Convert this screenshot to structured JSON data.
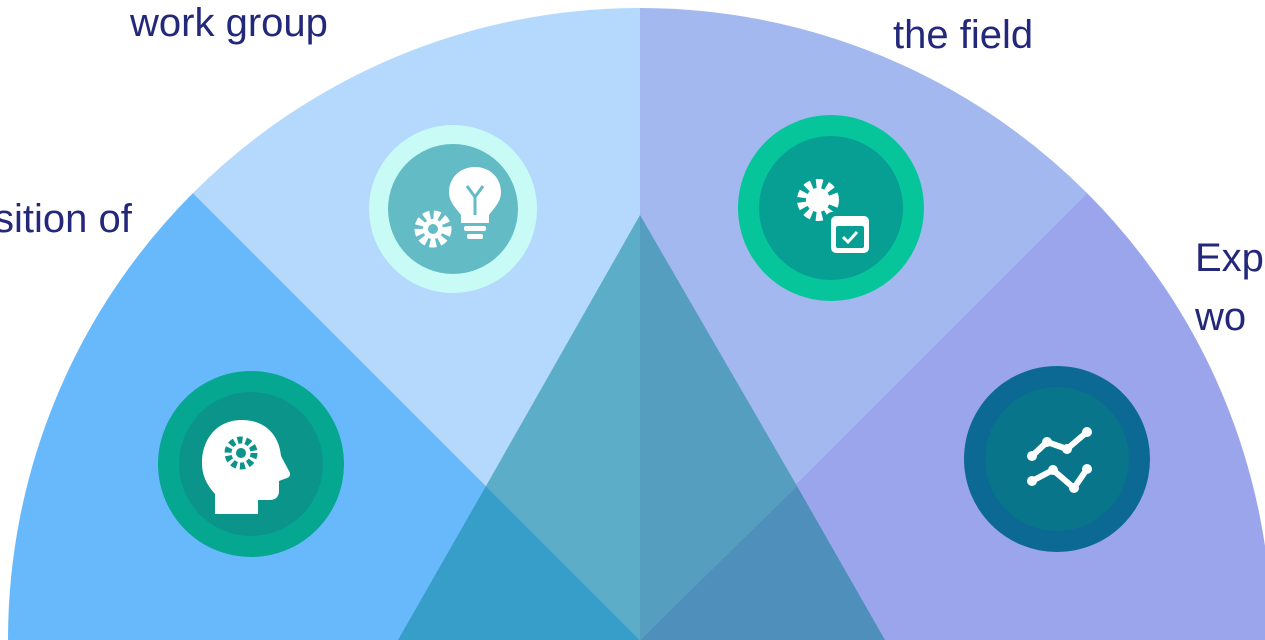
{
  "labels": {
    "segment_1": "sition of",
    "segment_2": "work group",
    "segment_3": "the field",
    "segment_4_line1": "Exp",
    "segment_4_line2": "wo"
  },
  "segments": [
    {
      "id": "segment-1",
      "color": "#67b9fb",
      "icon": "head-gear-icon",
      "ring_outer": "#06a790",
      "ring_inner": "#0b9489"
    },
    {
      "id": "segment-2",
      "color": "#b5d9fd",
      "icon": "gears-lightbulb-icon",
      "ring_outer": "#c8fbf6",
      "ring_inner": "#63bcc5"
    },
    {
      "id": "segment-3",
      "color": "#a2b8ee",
      "icon": "gear-checklist-icon",
      "ring_outer": "#07c59b",
      "ring_inner": "#079e93"
    },
    {
      "id": "segment-4",
      "color": "#9ba5ec",
      "icon": "trend-lines-icon",
      "ring_outer": "#0b6994",
      "ring_inner": "#08758a"
    }
  ],
  "center_colors": {
    "top_left": "#5badc8",
    "top_right": "#559ebf",
    "bottom_left": "#369ec9",
    "bottom_right": "#4e8fbc"
  }
}
